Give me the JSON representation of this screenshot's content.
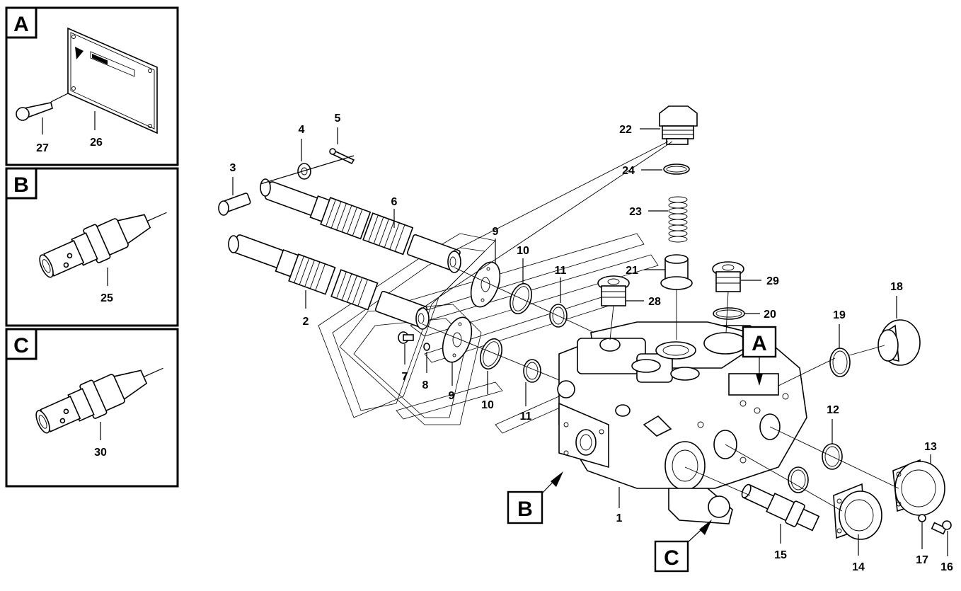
{
  "detail_panels": [
    {
      "letter": "A",
      "parts": [
        "27",
        "26"
      ]
    },
    {
      "letter": "B",
      "parts": [
        "25"
      ]
    },
    {
      "letter": "C",
      "parts": [
        "30"
      ]
    }
  ],
  "callouts": [
    "A",
    "B",
    "C"
  ],
  "part_numbers": {
    "p1": "1",
    "p2": "2",
    "p3": "3",
    "p4": "4",
    "p5": "5",
    "p6": "6",
    "p7": "7",
    "p8": "8",
    "p9a": "9",
    "p9b": "9",
    "p10a": "10",
    "p10b": "10",
    "p11a": "11",
    "p11b": "11",
    "p12": "12",
    "p13": "13",
    "p14": "14",
    "p15": "15",
    "p16": "16",
    "p17": "17",
    "p18": "18",
    "p19": "19",
    "p20": "20",
    "p21": "21",
    "p22": "22",
    "p23": "23",
    "p24": "24",
    "p28": "28",
    "p29": "29"
  }
}
